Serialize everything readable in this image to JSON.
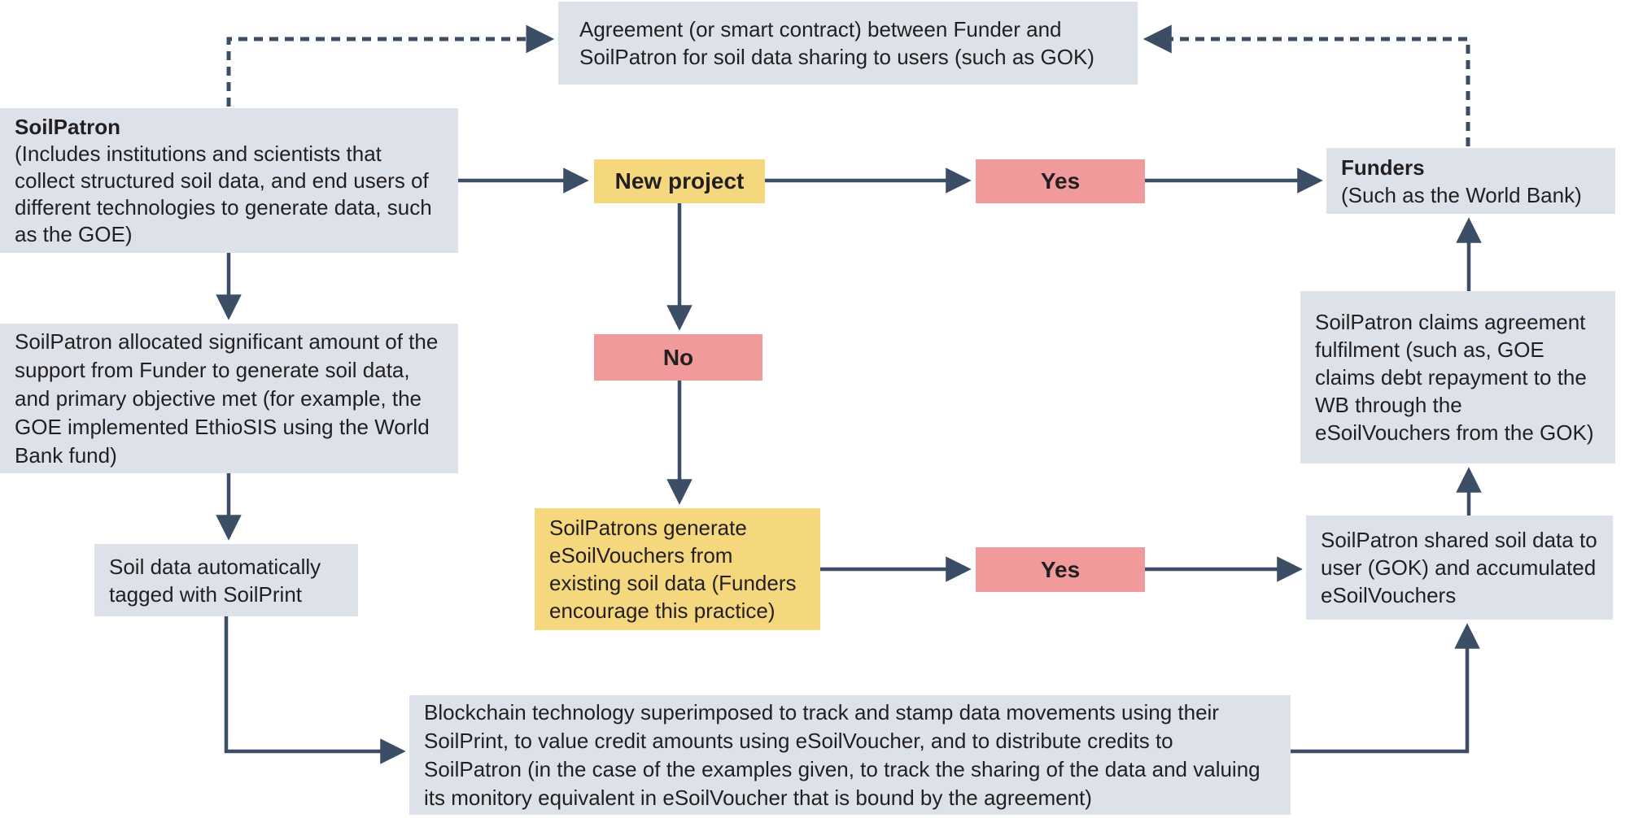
{
  "diagram": {
    "nodes": {
      "agreement": {
        "text": "Agreement (or smart contract) between Funder and SoilPatron for soil data sharing to users (such as GOK)"
      },
      "soilpatron": {
        "title": "SoilPatron",
        "text": "(Includes institutions and scientists that collect structured soil data, and end users of different technologies to generate data, such as the GOE)"
      },
      "new_project": {
        "label": "New project"
      },
      "yes_top": {
        "label": "Yes"
      },
      "funders": {
        "title": "Funders",
        "text": "(Such as the World Bank)"
      },
      "no": {
        "label": "No"
      },
      "allocated": {
        "text": "SoilPatron allocated significant amount of the support from Funder to generate soil data, and primary objective met (for example, the GOE implemented EthioSIS using the World Bank fund)"
      },
      "claims": {
        "text": "SoilPatron claims agreement fulfilment (such as, GOE claims debt repayment to the WB through the eSoilVouchers from the GOK)"
      },
      "soilprint": {
        "text": "Soil data automatically tagged with SoilPrint"
      },
      "generate": {
        "text": "SoilPatrons generate eSoilVouchers from existing soil data (Funders encourage this practice)"
      },
      "yes_bottom": {
        "label": "Yes"
      },
      "shared": {
        "text": "SoilPatron shared soil data to user (GOK) and accumulated eSoilVouchers"
      },
      "blockchain": {
        "text": "Blockchain technology superimposed to track and stamp data movements using their SoilPrint, to value credit amounts using eSoilVoucher, and to distribute credits to SoilPatron (in the case of the examples given, to track the sharing of the data and valuing its monitory equivalent in eSoilVoucher that is bound by the agreement)"
      }
    },
    "colors": {
      "node_gray": "#dde2ea",
      "node_yellow": "#f5d77d",
      "node_pink": "#f09a9b",
      "arrow": "#3b4e66",
      "text": "#231f20",
      "background": "#ffffff"
    }
  }
}
